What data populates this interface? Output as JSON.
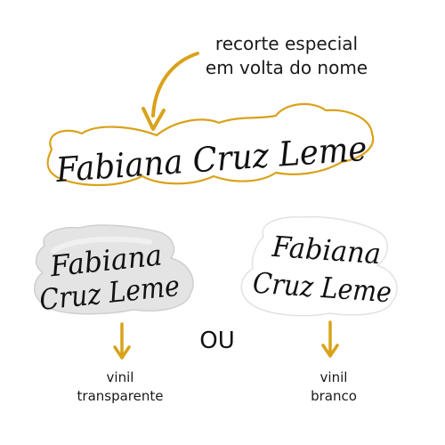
{
  "callout": {
    "line1": "recorte especial",
    "line2": "em volta do nome"
  },
  "main_sticker": {
    "name": "Fabiana Cruz Leme"
  },
  "transparent_sticker": {
    "line1": "Fabiana",
    "line2": "Cruz Leme"
  },
  "white_sticker": {
    "line1": "Fabiana",
    "line2": "Cruz Leme"
  },
  "separator": "OU",
  "captions": {
    "transparent": {
      "line1": "vinil",
      "line2": "transparente"
    },
    "white": {
      "line1": "vinil",
      "line2": "branco"
    }
  },
  "colors": {
    "accent": "#d9a21a",
    "text": "#111111"
  }
}
